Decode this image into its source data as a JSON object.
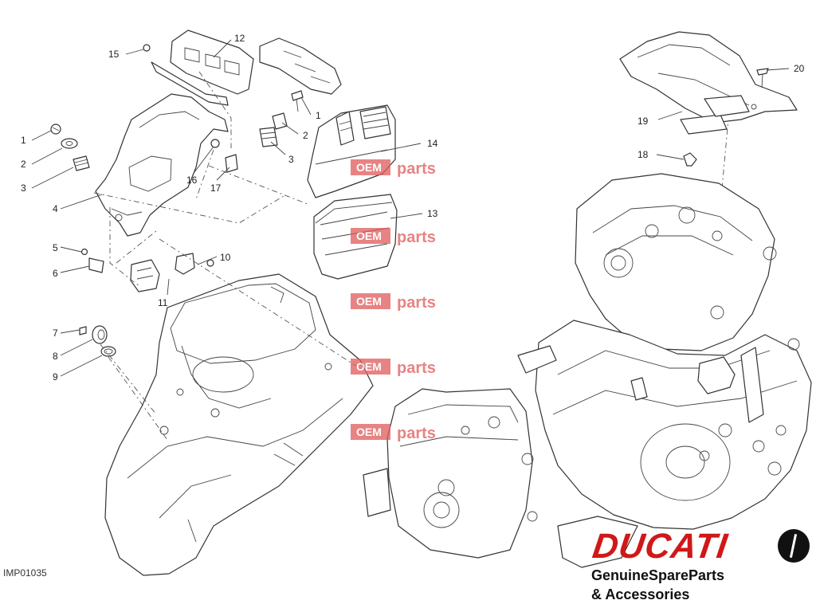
{
  "diagram": {
    "reference_code": "IMP01035",
    "part_callouts": [
      "1",
      "2",
      "3",
      "4",
      "5",
      "6",
      "7",
      "8",
      "9",
      "10",
      "11",
      "12",
      "13",
      "14",
      "15",
      "16",
      "17",
      "18",
      "19",
      "20"
    ],
    "callouts": {
      "c1a": "1",
      "c2a": "2",
      "c3a": "3",
      "c4": "4",
      "c5": "5",
      "c6": "6",
      "c7": "7",
      "c8": "8",
      "c9": "9",
      "c10": "10",
      "c11": "11",
      "c12": "12",
      "c15": "15",
      "c16": "16",
      "c17": "17",
      "c1b": "1",
      "c2b": "2",
      "c3b": "3",
      "c14": "14",
      "c13": "13",
      "c19": "19",
      "c20": "20",
      "c18": "18"
    }
  },
  "watermark": {
    "prefix": "OEM",
    "suffix": "parts",
    "color": "#e05a5a"
  },
  "brand": {
    "logo_text": "DUCATI",
    "tagline_line1": "GenuineSpareParts",
    "tagline_line2": "& Accessories",
    "logo_color": "#d01818"
  }
}
